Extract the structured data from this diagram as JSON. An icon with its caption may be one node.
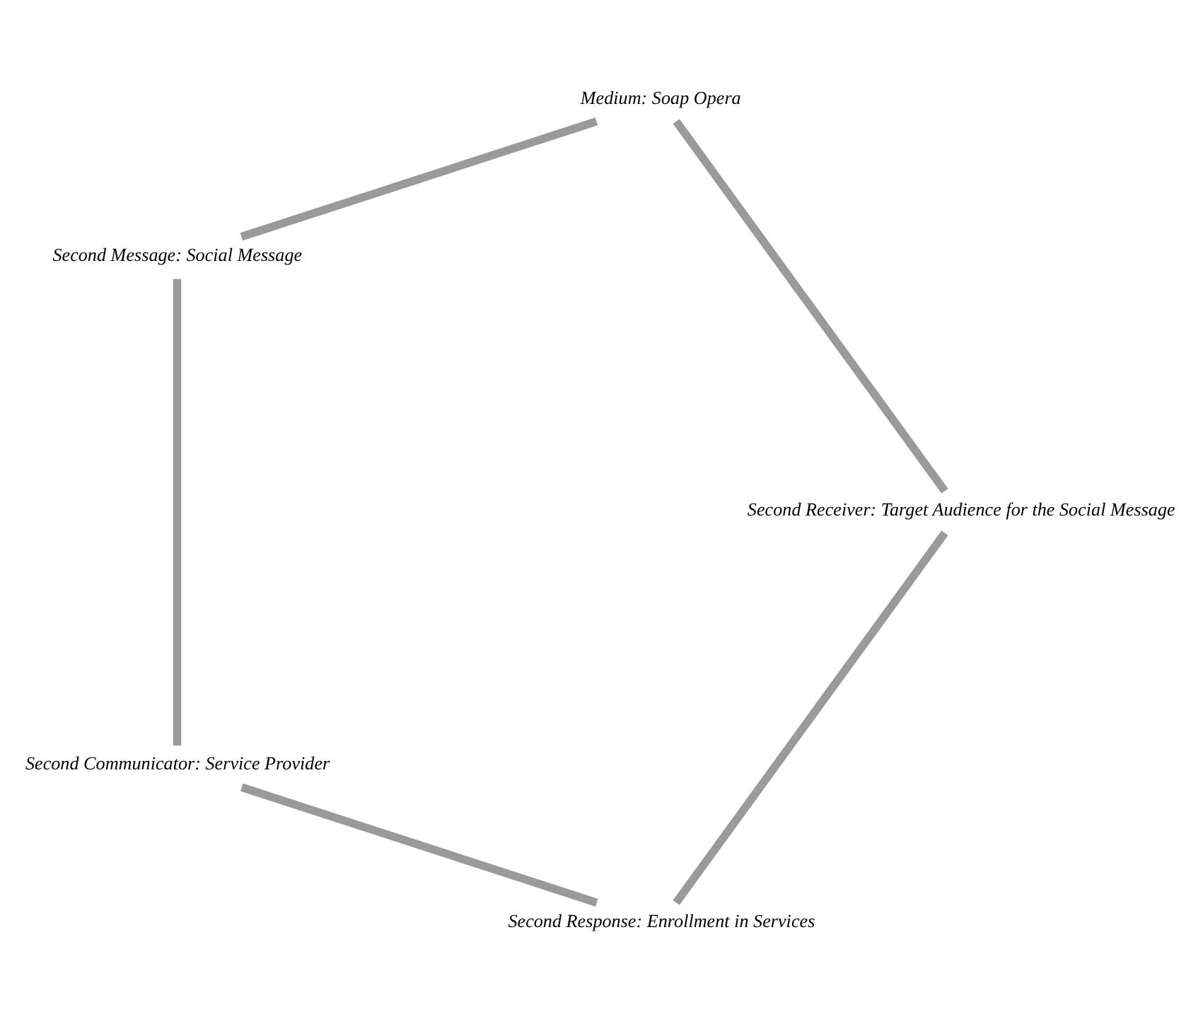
{
  "diagram": {
    "nodes": [
      {
        "text": [
          "Second Response: Enrollment in Services"
        ]
      },
      {
        "text": [
          "Second Communicator: Service Provider"
        ]
      },
      {
        "text": [
          "Second Receiver: Target Audience for the Social Message"
        ]
      },
      {
        "text": [
          "Second Message: Social Message"
        ]
      },
      {
        "text": [
          "Medium: Soap Opera"
        ]
      }
    ],
    "edges": [
      {
        "from": 0,
        "to": 1,
        "arrow": "none"
      },
      {
        "from": 1,
        "to": 3,
        "arrow": "none"
      },
      {
        "from": 3,
        "to": 4,
        "arrow": "none"
      },
      {
        "from": 4,
        "to": 2,
        "arrow": "none"
      },
      {
        "from": 2,
        "to": 0,
        "arrow": "none"
      }
    ]
  }
}
